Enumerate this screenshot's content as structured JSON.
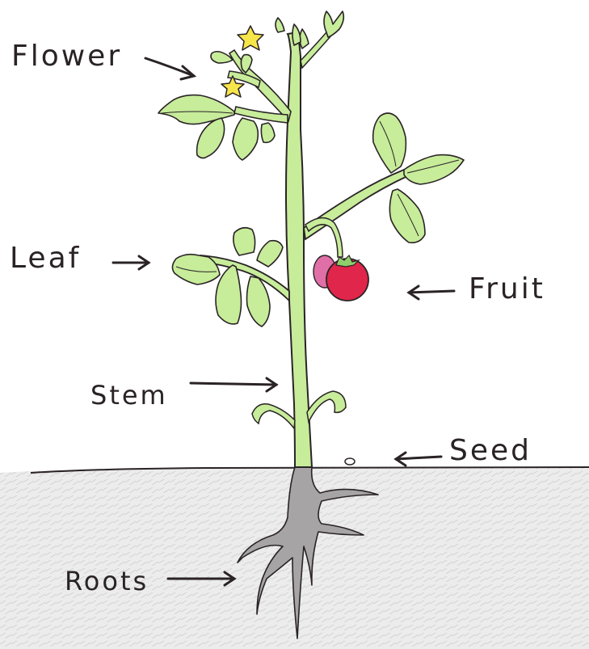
{
  "labels": {
    "flower": "Flower",
    "leaf": "Leaf",
    "fruit": "Fruit",
    "stem": "Stem",
    "seed": "Seed",
    "roots": "Roots"
  },
  "colors": {
    "leaf_fill": "#c7ec9a",
    "outline": "#2a2326",
    "flower_fill": "#f6e64a",
    "fruit_fill": "#e0264a",
    "fruit_back": "#e06fa8",
    "root_fill": "#a7a4a6",
    "soil_fill": "#ebebeb"
  }
}
